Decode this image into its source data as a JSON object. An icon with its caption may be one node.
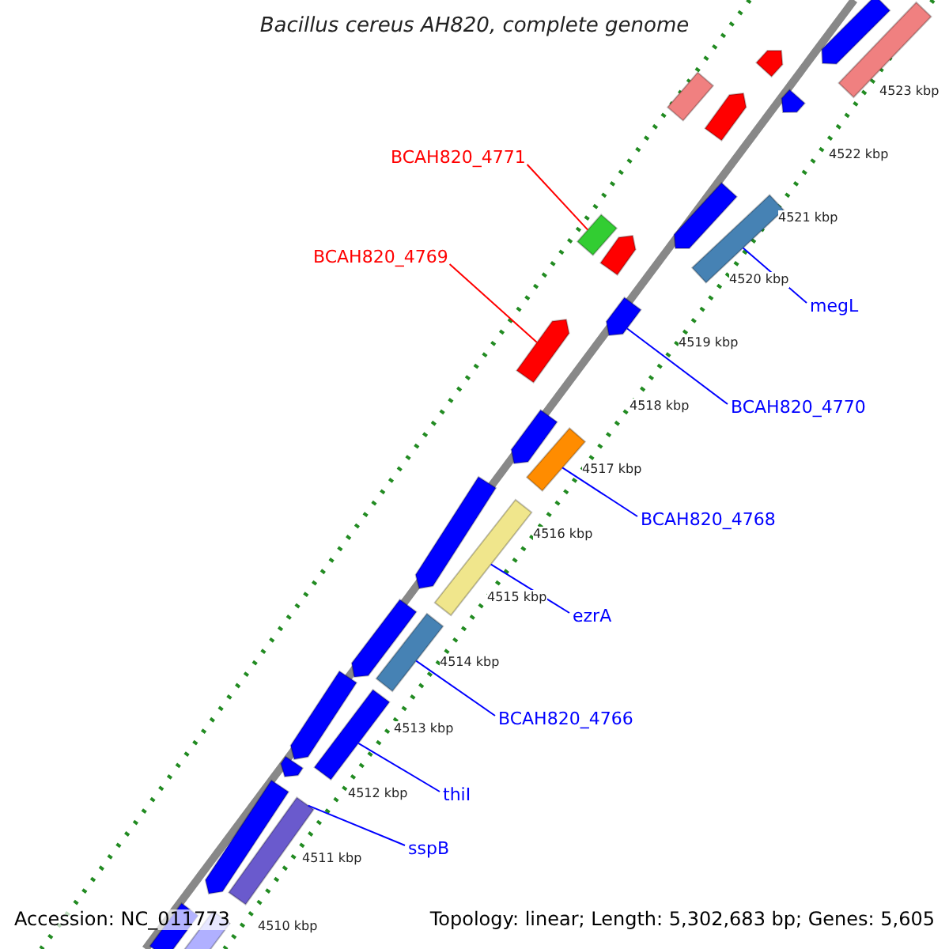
{
  "diagram": {
    "title": "Bacillus cereus AH820, complete genome",
    "nodes": [
      {
        "text": [
          "BCAH820_4771"
        ]
      },
      {
        "text": [
          "BCAH820_4769"
        ]
      },
      {
        "text": [
          "megL"
        ]
      },
      {
        "text": [
          "BCAH820_4770"
        ]
      },
      {
        "text": [
          "BCAH820_4768"
        ]
      },
      {
        "text": [
          "ezrA"
        ]
      },
      {
        "text": [
          "BCAH820_4766"
        ]
      },
      {
        "text": [
          "thiI"
        ]
      },
      {
        "text": [
          "sspB"
        ]
      },
      {
        "text": [],
        "shape": "arrow"
      },
      {
        "text": [],
        "shape": "bar"
      },
      {
        "text": [],
        "shape": "arrow"
      },
      {
        "text": [],
        "shape": "bar"
      },
      {
        "text": [],
        "shape": "arrow"
      },
      {
        "text": [],
        "shape": "arrow"
      },
      {
        "text": [],
        "shape": "arrow"
      },
      {
        "text": [],
        "shape": "bar"
      },
      {
        "text": [],
        "shape": "bar"
      },
      {
        "text": [],
        "shape": "arrow"
      },
      {
        "text": [],
        "shape": "arrow"
      },
      {
        "text": [],
        "shape": "arrow"
      },
      {
        "text": [],
        "shape": "arrow"
      },
      {
        "text": [],
        "shape": "bar"
      },
      {
        "text": [],
        "shape": "arrow"
      },
      {
        "text": [],
        "shape": "bar"
      },
      {
        "text": [],
        "shape": "arrow"
      },
      {
        "text": [],
        "shape": "bar"
      },
      {
        "text": [],
        "shape": "arrow"
      },
      {
        "text": [],
        "shape": "bar"
      },
      {
        "text": [],
        "shape": "arrow"
      },
      {
        "text": [],
        "shape": "arrow"
      },
      {
        "text": [],
        "shape": "bar"
      },
      {
        "text": [],
        "shape": "bar"
      },
      {
        "text": [],
        "shape": "bar"
      }
    ],
    "edges": [
      {
        "from": 0,
        "to": 16,
        "arrow": "none",
        "color": "#ff0000"
      },
      {
        "from": 1,
        "to": 20,
        "arrow": "none",
        "color": "#ff0000"
      },
      {
        "from": 2,
        "to": 17,
        "arrow": "none"
      },
      {
        "from": 3,
        "to": 19,
        "arrow": "none"
      },
      {
        "from": 4,
        "to": 22,
        "arrow": "none"
      },
      {
        "from": 5,
        "to": 24,
        "arrow": "none"
      },
      {
        "from": 6,
        "to": 26,
        "arrow": "none"
      },
      {
        "from": 7,
        "to": 28,
        "arrow": "none"
      },
      {
        "from": 8,
        "to": 31,
        "arrow": "none"
      }
    ],
    "labels": [
      "4523 kbp",
      "4522 kbp",
      "4521 kbp",
      "4520 kbp",
      "4519 kbp",
      "4518 kbp",
      "4517 kbp",
      "4516 kbp",
      "4515 kbp",
      "4514 kbp",
      "4513 kbp",
      "4512 kbp",
      "4511 kbp",
      "4510 kbp",
      "Accession: NC_011773",
      "Topology: linear; Length: 5,302,683 bp; Genes: 5,605"
    ]
  }
}
